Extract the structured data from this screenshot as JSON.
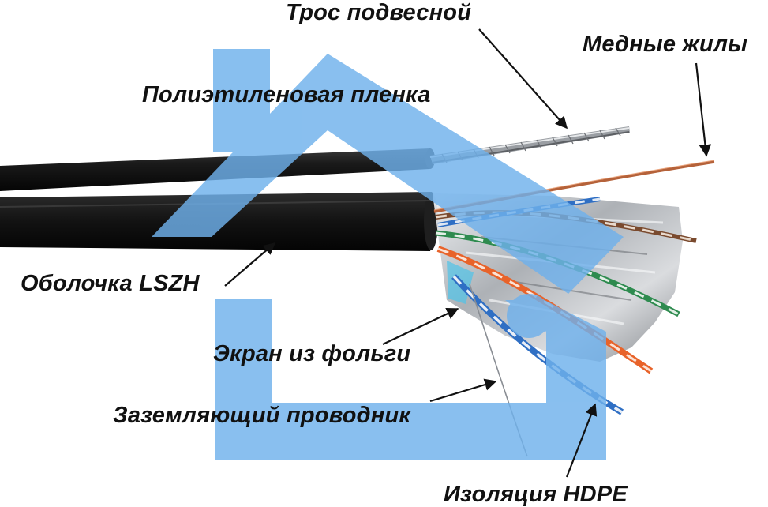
{
  "labels": {
    "tros": "Трос подвесной",
    "mednye": "Медные жилы",
    "plenka": "Полиэтиленовая пленка",
    "obolochka": "Оболочка LSZH",
    "ekran": "Экран из фольги",
    "provodnik": "Заземляющий проводник",
    "izolyaciya": "Изоляция HDPE"
  },
  "colors": {
    "watermark": "#6fb1ec",
    "cable_jacket": "#151515",
    "foil": "#c9cbcf",
    "copper": "#b5623a",
    "pair_blue": "#2f6fc4",
    "pair_green": "#2e8b4f",
    "pair_orange": "#e8632a",
    "text": "#111111"
  },
  "watermark_icon": "house-outline-icon"
}
